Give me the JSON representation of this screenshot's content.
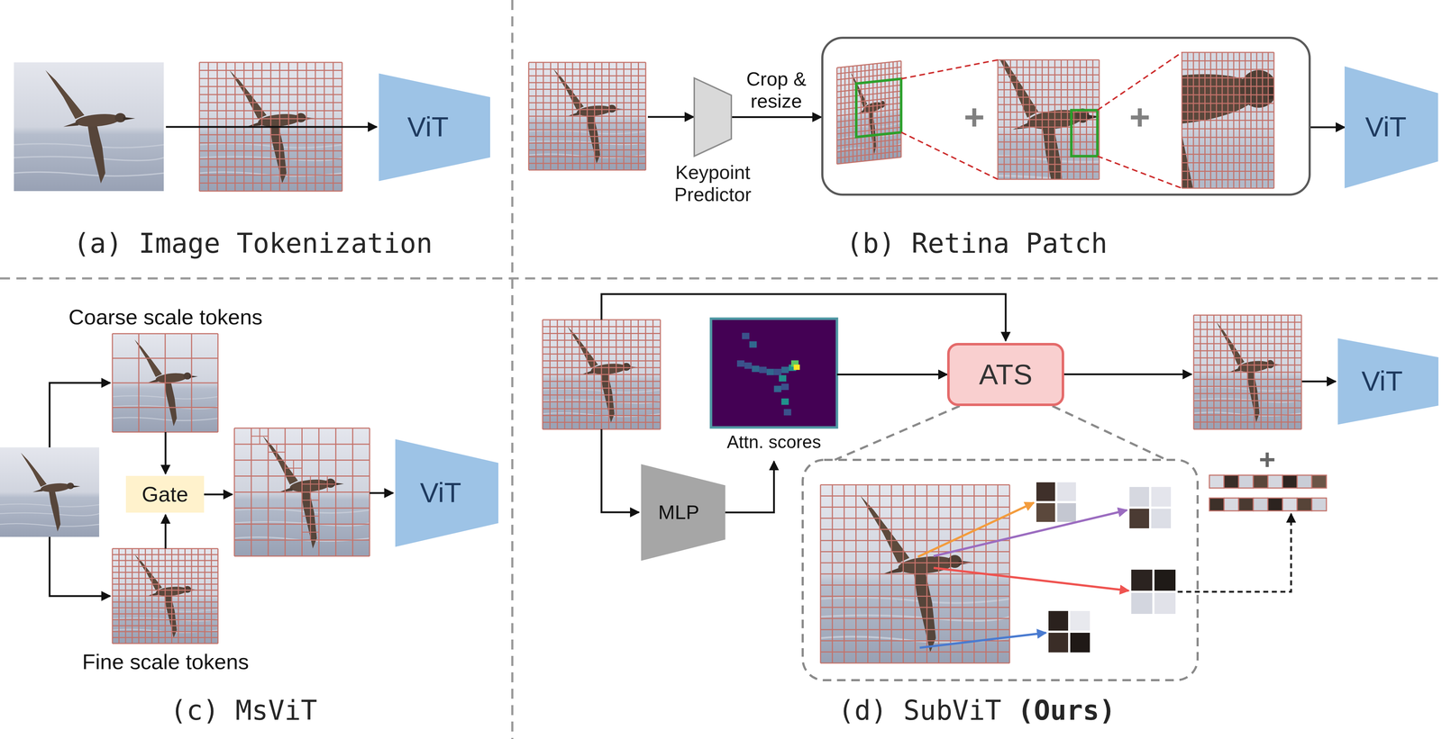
{
  "diagram": {
    "nodes": [
      {
        "text": [
          "ViT"
        ]
      },
      {
        "text": [
          "Keypoint Predictor"
        ]
      },
      {
        "text": [
          "+",
          "+"
        ]
      },
      {
        "text": [
          "ViT"
        ]
      },
      {
        "text": [
          "Gate"
        ]
      },
      {
        "text": [
          "ViT"
        ]
      },
      {
        "text": [
          "Attn. scores"
        ]
      },
      {
        "text": [
          "ATS"
        ]
      },
      {
        "text": [
          "ViT"
        ]
      },
      {
        "text": [
          "MLP"
        ]
      }
    ],
    "edges": [
      {
        "from": 1,
        "to": 2,
        "arrow": "to",
        "label": "Crop & resize"
      },
      {
        "from": 2,
        "to": 3,
        "arrow": "to"
      },
      {
        "from": 9,
        "to": 6,
        "arrow": "to"
      },
      {
        "from": 6,
        "to": 7,
        "arrow": "to"
      }
    ],
    "labels": [
      "(a) Image Tokenization",
      "(b) Retina Patch",
      "Coarse scale tokens",
      "Fine scale tokens",
      "(c) MsViT",
      "+",
      "(d) SubViT",
      "(Ours)"
    ]
  }
}
